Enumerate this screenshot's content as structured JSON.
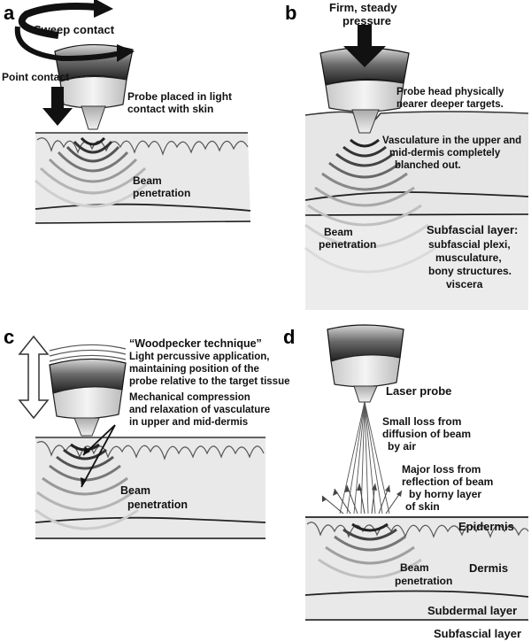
{
  "panels": {
    "a": {
      "letter": "a",
      "sweep_contact": "Sweep contact",
      "point_contact": "Point contact",
      "probe_note_1": "Probe placed in light",
      "probe_note_2": "contact with skin",
      "beam_1": "Beam",
      "beam_2": "penetration"
    },
    "b": {
      "letter": "b",
      "pressure_1": "Firm, steady",
      "pressure_2": "pressure",
      "probe_head_1": "Probe head physically",
      "probe_head_2": "nearer  deeper targets.",
      "vasc_1": "Vasculature in the upper and",
      "vasc_2": "mid-dermis completely",
      "vasc_3": "blanched out.",
      "beam_1": "Beam",
      "beam_2": "penetration",
      "subfascial_title": "Subfascial layer:",
      "subfascial_1": "subfascial plexi,",
      "subfascial_2": "musculature,",
      "subfascial_3": "bony structures.",
      "subfascial_4": "viscera"
    },
    "c": {
      "letter": "c",
      "woodpecker": "“Woodpecker technique”",
      "light_1": "Light percussive application,",
      "light_2": "maintaining position of the",
      "light_3": "probe relative to the target tissue",
      "mech_1": "Mechanical compression",
      "mech_2": "and relaxation of vasculature",
      "mech_3": "in upper and mid-dermis",
      "beam_1": "Beam",
      "beam_2": "penetration"
    },
    "d": {
      "letter": "d",
      "laser_probe": "Laser probe",
      "small_1": "Small loss from",
      "small_2": "diffusion of beam",
      "small_3": "by air",
      "major_1": "Major loss from",
      "major_2": "reflection of beam",
      "major_3": "by horny layer",
      "major_4": "of skin",
      "epidermis": "Epidermis",
      "dermis": "Dermis",
      "beam_1": "Beam",
      "beam_2": "penetration",
      "subdermal": "Subdermal layer",
      "subfascial": "Subfascial layer"
    }
  }
}
